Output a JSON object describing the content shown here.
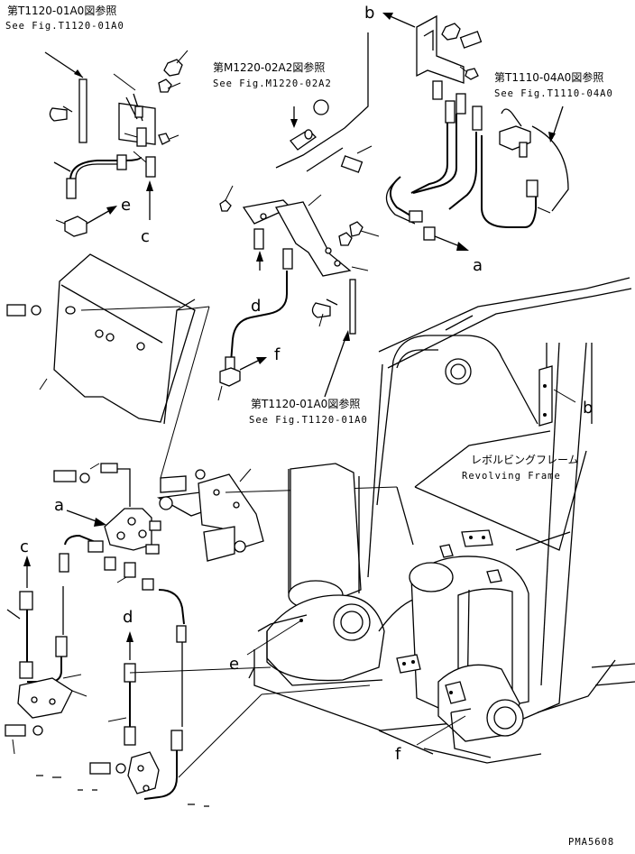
{
  "references": [
    {
      "jp": "第T1120-01A0図参照",
      "en": "See Fig.T1120-01A0"
    },
    {
      "jp": "第M1220-02A2図参照",
      "en": "See Fig.M1220-02A2"
    },
    {
      "jp": "第T1110-04A0図参照",
      "en": "See Fig.T1110-04A0"
    },
    {
      "jp": "第T1120-01A0図参照",
      "en": "See Fig.T1120-01A0"
    }
  ],
  "frame_label": {
    "jp": "レボルビングフレーム",
    "en": "Revolving Frame"
  },
  "callouts": {
    "a_top": "a",
    "a_left": "a",
    "b_top": "b",
    "b_right": "b",
    "c_top": "c",
    "c_left": "c",
    "d_mid": "d",
    "d_left": "d",
    "e_top": "e",
    "e_bottom": "e",
    "f_mid": "f",
    "f_bottom": "f"
  },
  "drawing_code": "PMA5608"
}
